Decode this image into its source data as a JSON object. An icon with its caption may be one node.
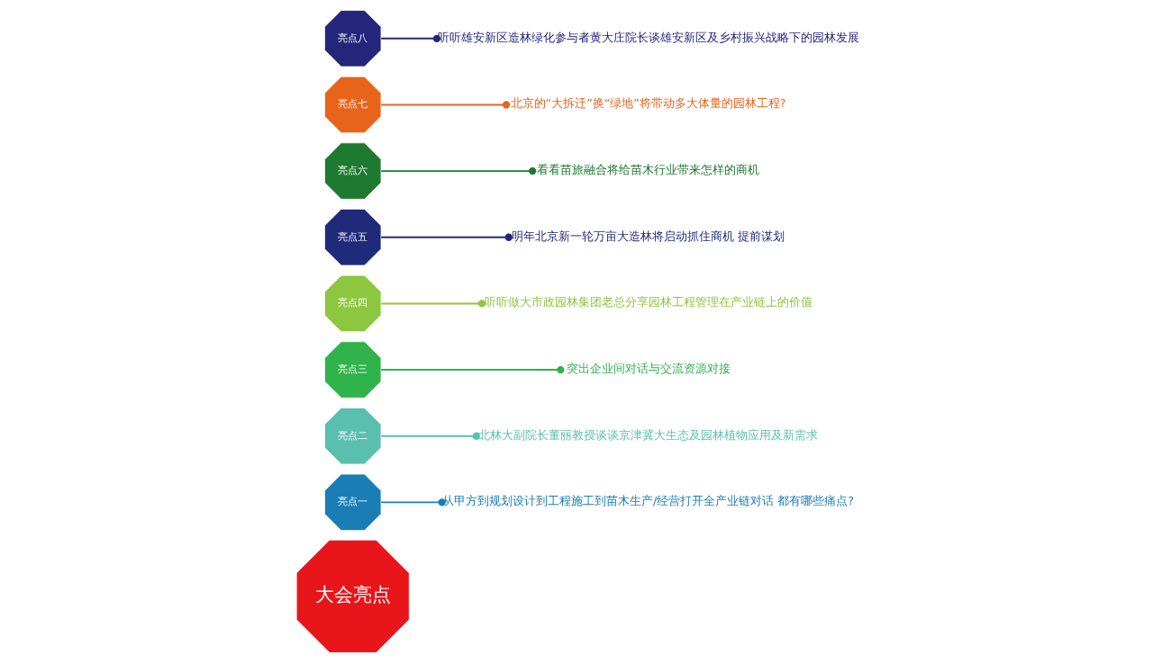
{
  "diagram": {
    "nodes": [
      {
        "text": [
          "大会亮点"
        ]
      },
      {
        "text": [
          "亮点一"
        ]
      },
      {
        "text": [
          "亮点二"
        ]
      },
      {
        "text": [
          "亮点三"
        ]
      },
      {
        "text": [
          "亮点四"
        ]
      },
      {
        "text": [
          "亮点五"
        ]
      },
      {
        "text": [
          "亮点六"
        ]
      },
      {
        "text": [
          "亮点七"
        ]
      },
      {
        "text": [
          "亮点八"
        ]
      },
      {
        "text": [
          "从甲方到规划设计到工程施工到苗木生产/经营打开全产业链对话 都有哪些痛点?"
        ]
      },
      {
        "text": [
          "北林大副院长董丽教授谈谈京津冀大生态及园林植物应用及新需求"
        ]
      },
      {
        "text": [
          "突出企业间对话与交流资源对接"
        ]
      },
      {
        "text": [
          "听听做大市政园林集团老总分享园林工程管理在产业链上的价值"
        ]
      },
      {
        "text": [
          "明年北京新一轮万亩大造林将启动抓住商机 提前谋划"
        ]
      },
      {
        "text": [
          "看看苗旅融合将给苗木行业带来怎样的商机"
        ]
      },
      {
        "text": [
          "北京的“大拆迁”换“绿地”将带动多大体量的园林工程?"
        ]
      },
      {
        "text": [
          "听听雄安新区造林绿化参与者黄大庄院长谈雄安新区及乡村振兴战略下的园林发展"
        ]
      }
    ],
    "edges": [
      {
        "from": 1,
        "to": 9,
        "arrow": "other",
        "color": "#1a7db5"
      },
      {
        "from": 2,
        "to": 10,
        "arrow": "other",
        "color": "#5bbfb0"
      },
      {
        "from": 3,
        "to": 11,
        "arrow": "other",
        "color": "#2fb34a"
      },
      {
        "from": 4,
        "to": 12,
        "arrow": "other",
        "color": "#8dc63f"
      },
      {
        "from": 5,
        "to": 13,
        "arrow": "other",
        "color": "#1f2a7a"
      },
      {
        "from": 6,
        "to": 14,
        "arrow": "other",
        "color": "#1e7a30"
      },
      {
        "from": 7,
        "to": 15,
        "arrow": "other",
        "color": "#e8641b"
      },
      {
        "from": 8,
        "to": 16,
        "arrow": "other",
        "color": "#23267a"
      }
    ]
  }
}
